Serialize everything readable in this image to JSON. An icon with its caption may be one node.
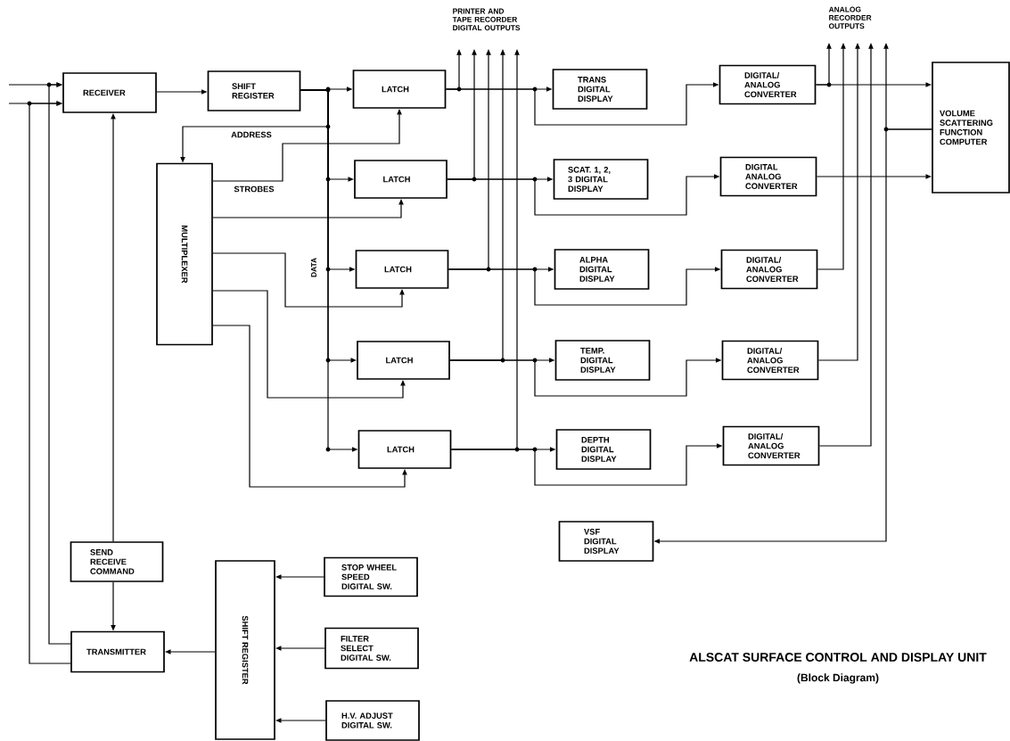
{
  "diagram": {
    "title": "ALSCAT SURFACE CONTROL AND DISPLAY UNIT",
    "caption": "(Block Diagram)",
    "nodes": [
      {
        "text": [
          "RECEIVER"
        ]
      },
      {
        "text": [
          "SHIFT REGISTER"
        ]
      },
      {
        "text": [
          "LATCH"
        ]
      },
      {
        "text": [
          "LATCH"
        ]
      },
      {
        "text": [
          "LATCH"
        ]
      },
      {
        "text": [
          "LATCH"
        ]
      },
      {
        "text": [
          "LATCH"
        ]
      },
      {
        "text": [
          "MULTIPLEXER"
        ]
      },
      {
        "text": [
          "TRANS DIGITAL DISPLAY"
        ]
      },
      {
        "text": [
          "SCAT. 1, 2, 3 DIGITAL DISPLAY"
        ]
      },
      {
        "text": [
          "ALPHA DIGITAL DISPLAY"
        ]
      },
      {
        "text": [
          "TEMP. DIGITAL DISPLAY"
        ]
      },
      {
        "text": [
          "DEPTH DIGITAL DISPLAY"
        ]
      },
      {
        "text": [
          "DIGITAL/ ANALOG CONVERTER"
        ]
      },
      {
        "text": [
          "DIGITAL ANALOG CONVERTER"
        ]
      },
      {
        "text": [
          "DIGITAL/ ANALOG CONVERTER"
        ]
      },
      {
        "text": [
          "DIGITAL/ ANALOG CONVERTER"
        ]
      },
      {
        "text": [
          "DIGITAL/ ANALOG CONVERTER"
        ]
      },
      {
        "text": [
          "VOLUME SCATTERING FUNCTION COMPUTER"
        ]
      },
      {
        "text": [
          "VSF DIGITAL DISPLAY"
        ]
      },
      {
        "text": [
          "SEND RECEIVE COMMAND"
        ]
      },
      {
        "text": [
          "TRANSMITTER"
        ]
      },
      {
        "text": [
          "SHIFT REGISTER"
        ]
      },
      {
        "text": [
          "STOP WHEEL SPEED DIGITAL SW."
        ]
      },
      {
        "text": [
          "FILTER SELECT DIGITAL SW."
        ]
      },
      {
        "text": [
          "H.V. ADJUST DIGITAL SW."
        ]
      }
    ],
    "edges": [
      {
        "from": null,
        "to": 0,
        "arrow": "to"
      },
      {
        "from": null,
        "to": 0,
        "arrow": "to"
      },
      {
        "from": 21,
        "to": 0,
        "arrow": "to"
      },
      {
        "from": 21,
        "to": 0,
        "arrow": "to"
      },
      {
        "from": 20,
        "to": 0,
        "arrow": "to"
      },
      {
        "from": 20,
        "to": 21,
        "arrow": "to"
      },
      {
        "from": 0,
        "to": 1,
        "arrow": "to"
      },
      {
        "from": 1,
        "to": 2,
        "arrow": "to"
      },
      {
        "from": 1,
        "to": 3,
        "arrow": "to"
      },
      {
        "from": 1,
        "to": 4,
        "arrow": "to"
      },
      {
        "from": 1,
        "to": 5,
        "arrow": "to"
      },
      {
        "from": 1,
        "to": 6,
        "arrow": "to"
      },
      {
        "from": 1,
        "to": 7,
        "arrow": "to",
        "label": "ADDRESS"
      },
      {
        "from": 7,
        "to": 2,
        "arrow": "to",
        "label": "STROBES"
      },
      {
        "from": 7,
        "to": 3,
        "arrow": "to"
      },
      {
        "from": 7,
        "to": 4,
        "arrow": "to"
      },
      {
        "from": 7,
        "to": 5,
        "arrow": "to"
      },
      {
        "from": 7,
        "to": 6,
        "arrow": "to"
      },
      {
        "from": 2,
        "to": 8,
        "arrow": "to"
      },
      {
        "from": 3,
        "to": 9,
        "arrow": "to"
      },
      {
        "from": 4,
        "to": 10,
        "arrow": "to"
      },
      {
        "from": 5,
        "to": 11,
        "arrow": "to"
      },
      {
        "from": 6,
        "to": 12,
        "arrow": "to"
      },
      {
        "from": 2,
        "to": 13,
        "arrow": "to"
      },
      {
        "from": 3,
        "to": 14,
        "arrow": "to"
      },
      {
        "from": 4,
        "to": 15,
        "arrow": "to"
      },
      {
        "from": 5,
        "to": 16,
        "arrow": "to"
      },
      {
        "from": 6,
        "to": 17,
        "arrow": "to"
      },
      {
        "from": 2,
        "to": null,
        "arrow": "to"
      },
      {
        "from": 3,
        "to": null,
        "arrow": "to"
      },
      {
        "from": 4,
        "to": null,
        "arrow": "to"
      },
      {
        "from": 5,
        "to": null,
        "arrow": "to"
      },
      {
        "from": 6,
        "to": null,
        "arrow": "to"
      },
      {
        "from": 13,
        "to": null,
        "arrow": "to"
      },
      {
        "from": 15,
        "to": null,
        "arrow": "to"
      },
      {
        "from": 16,
        "to": null,
        "arrow": "to"
      },
      {
        "from": 17,
        "to": null,
        "arrow": "to"
      },
      {
        "from": 18,
        "to": null,
        "arrow": "to"
      },
      {
        "from": 13,
        "to": 18,
        "arrow": "to"
      },
      {
        "from": 14,
        "to": 18,
        "arrow": "to"
      },
      {
        "from": 18,
        "to": 19,
        "arrow": "to"
      },
      {
        "from": 22,
        "to": 21,
        "arrow": "to"
      },
      {
        "from": 23,
        "to": 22,
        "arrow": "to"
      },
      {
        "from": 24,
        "to": 22,
        "arrow": "to"
      },
      {
        "from": 25,
        "to": 22,
        "arrow": "to"
      }
    ],
    "labels": [
      "PRINTER AND TAPE RECORDER DIGITAL OUTPUTS",
      "ANALOG RECORDER OUTPUTS",
      "DATA"
    ]
  }
}
